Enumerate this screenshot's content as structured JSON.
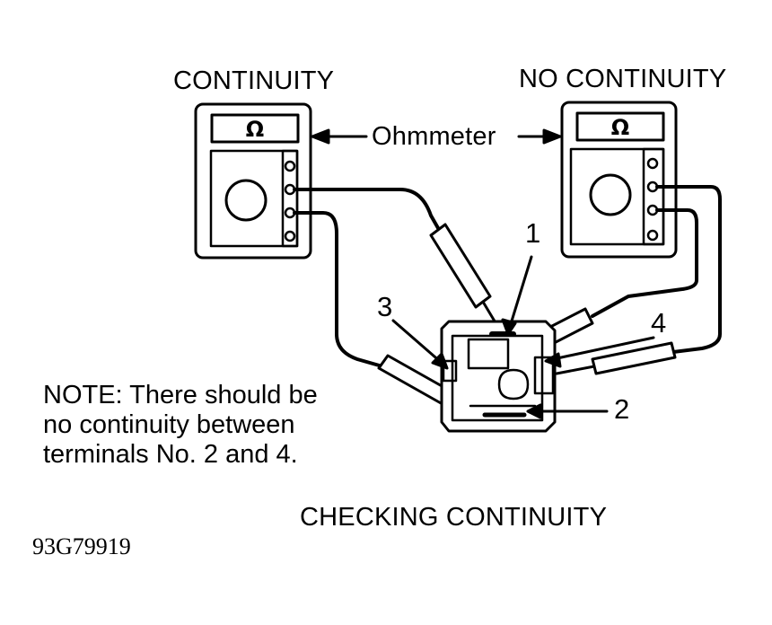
{
  "labels": {
    "continuity": "CONTINUITY",
    "no_continuity": "NO CONTINUITY",
    "ohmmeter": "Ohmmeter",
    "ohm_symbol": "Ω",
    "terminal_1": "1",
    "terminal_2": "2",
    "terminal_3": "3",
    "terminal_4": "4",
    "caption": "CHECKING CONTINUITY",
    "figure_code": "93G79919"
  },
  "note_lines": [
    "NOTE: There should be",
    "no continuity between",
    "terminals No. 2 and 4."
  ],
  "icons": {
    "meter": "ohmmeter-icon",
    "probe": "test-probe-icon",
    "connector": "switch-connector-icon"
  },
  "colors": {
    "ink": "#000000",
    "paper": "#ffffff"
  }
}
